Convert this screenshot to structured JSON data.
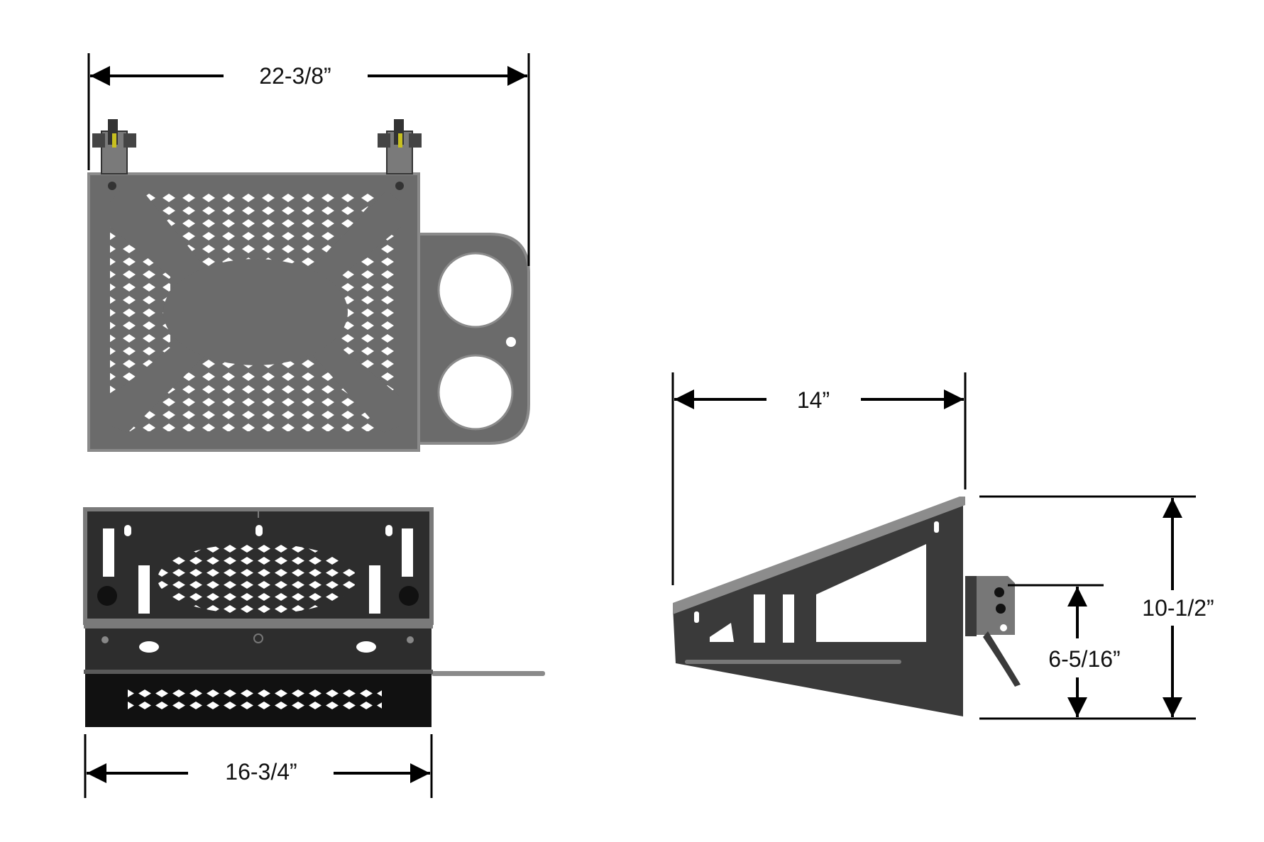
{
  "dimensions": {
    "top_width": "22-3/8”",
    "bottom_width": "16-3/4”",
    "side_depth": "14”",
    "side_height": "10-1/2”",
    "mount_height": "6-5/16”"
  },
  "colors": {
    "background": "#ffffff",
    "top_plate": "#6b6b6b",
    "top_plate_edge": "#8a8a8a",
    "front_dark": "#2d2d2d",
    "front_light": "#7a7a7a",
    "side_dark": "#3a3a3a",
    "side_light": "#8c8c8c",
    "dimension_line": "#000000"
  }
}
